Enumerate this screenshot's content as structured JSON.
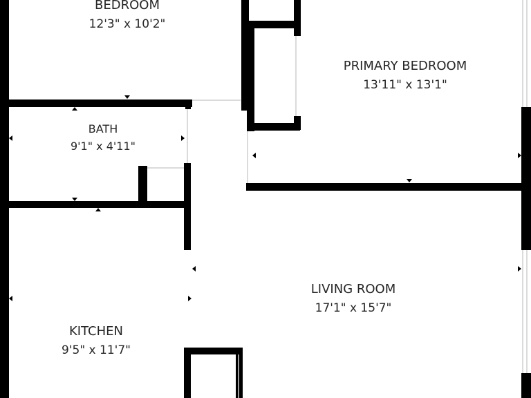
{
  "rooms": {
    "bedroom": {
      "name": "BEDROOM",
      "dimensions": "12'3\" x 10'2\""
    },
    "primary_bedroom": {
      "name": "PRIMARY BEDROOM",
      "dimensions": "13'11\" x 13'1\""
    },
    "bath": {
      "name": "BATH",
      "dimensions": "9'1\" x 4'11\""
    },
    "living_room": {
      "name": "LIVING ROOM",
      "dimensions": "17'1\" x 15'7\""
    },
    "kitchen": {
      "name": "KITCHEN",
      "dimensions": "9'5\" x 11'7\""
    }
  },
  "colors": {
    "wall": "#000000",
    "background": "#ffffff",
    "text": "#262626",
    "thin_line": "#cfcfcf"
  }
}
